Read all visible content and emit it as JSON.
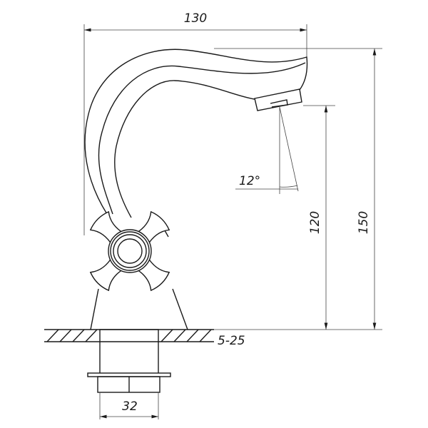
{
  "drawing": {
    "dimensions": {
      "width_top": "130",
      "spout_angle": "12°",
      "spout_height": "120",
      "total_height": "150",
      "counter_thickness": "5-25",
      "shank_diameter": "32"
    },
    "line_color": "#1a1a1a"
  }
}
